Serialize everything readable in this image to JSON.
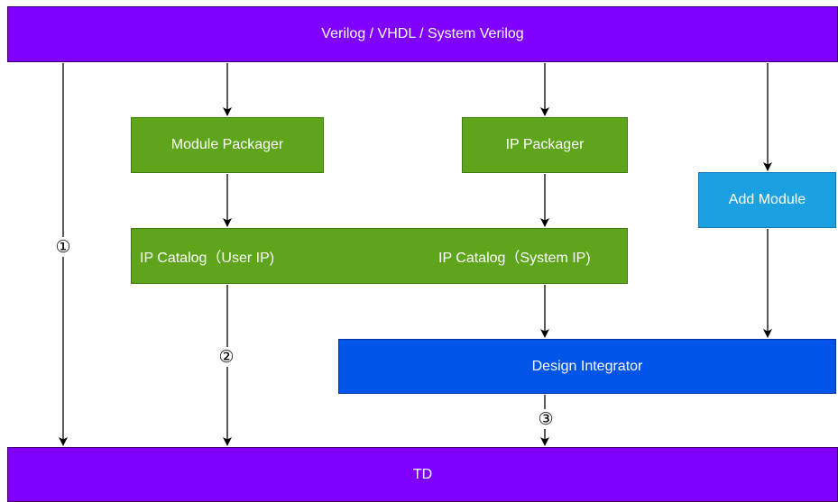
{
  "nodes": {
    "top": "Verilog / VHDL / System Verilog",
    "module_packager": "Module Packager",
    "ip_packager": "IP Packager",
    "add_module": "Add Module",
    "ip_catalog_user": "IP Catalog（User IP)",
    "ip_catalog_system": "IP Catalog（System IP)",
    "design_integrator": "Design Integrator",
    "bottom": "TD"
  },
  "path_labels": {
    "path1": "①",
    "path2": "②",
    "path3": "③"
  },
  "colors": {
    "source_target": "#7f00ff",
    "packager_catalog": "#5ea51c",
    "integrator": "#0055e8",
    "add_module": "#1ba1e2"
  }
}
